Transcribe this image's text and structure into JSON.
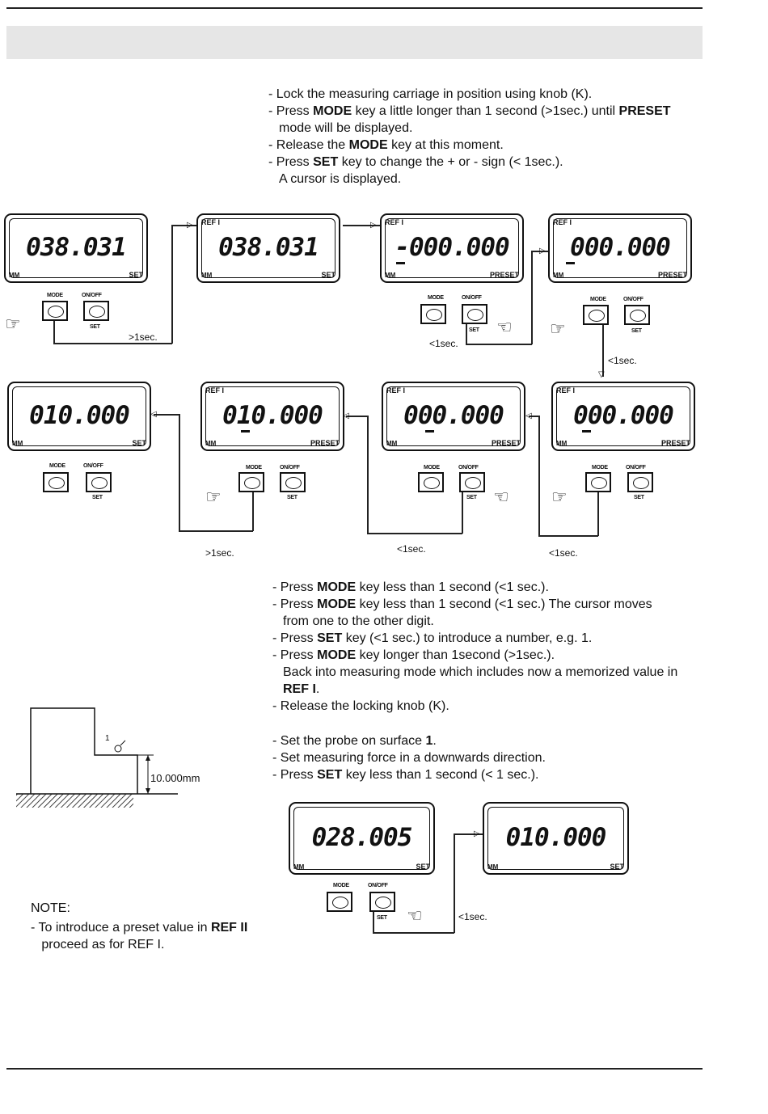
{
  "instructions_top": {
    "items": [
      {
        "a": "Lock the measuring carriage in position using knob (K).",
        "b": "",
        "c": ""
      },
      {
        "a": "Press ",
        "b": "MODE",
        "c": " key a little longer than 1 second (>1sec.) until "
      },
      {
        "a": "",
        "b": "PRESET",
        "c": " mode will be displayed."
      },
      {
        "a": "Release the ",
        "b": "MODE",
        "c": " key at this moment."
      },
      {
        "a": "Press ",
        "b": "SET",
        "c": " key to change the + or - sign (< 1sec.)."
      },
      {
        "a": "A cursor is displayed.",
        "b": "",
        "c": ""
      }
    ]
  },
  "displays": [
    {
      "ref": "",
      "value": "038.031",
      "unit": "MM",
      "mode": "SET"
    },
    {
      "ref": "REF I",
      "value": "038.031",
      "unit": "MM",
      "mode": "SET"
    },
    {
      "ref": "REF I",
      "value": "-000.000",
      "unit": "MM",
      "mode": "PRESET"
    },
    {
      "ref": "REF I",
      "value": "000.000",
      "unit": "MM",
      "mode": "PRESET"
    },
    {
      "ref": "",
      "value": "010.000",
      "unit": "MM",
      "mode": "SET"
    },
    {
      "ref": "REF I",
      "value": "010.000",
      "unit": "MM",
      "mode": "PRESET"
    },
    {
      "ref": "REF I",
      "value": "000.000",
      "unit": "MM",
      "mode": "PRESET"
    },
    {
      "ref": "REF I",
      "value": "000.000",
      "unit": "MM",
      "mode": "PRESET"
    },
    {
      "ref": "",
      "value": "028.005",
      "unit": "MM",
      "mode": "SET"
    },
    {
      "ref": "",
      "value": "010.000",
      "unit": "MM",
      "mode": "SET"
    }
  ],
  "keys": {
    "mode": "MODE",
    "onoff": "ON/OFF",
    "set": "SET"
  },
  "timings": {
    "t1": ">1sec.",
    "t2": "<1sec.",
    "t3": "<1sec.",
    "t4": ">1sec.",
    "t5": "<1sec.",
    "t6": "<1sec.",
    "t7": "<1sec."
  },
  "instructions_mid": {
    "items": [
      {
        "a": "Press ",
        "b": "MODE",
        "c": " key less than 1 second (<1 sec.)."
      },
      {
        "a": "Press ",
        "b": "MODE",
        "c": " key less than 1 second (<1 sec.) The cursor moves from one to the other digit."
      },
      {
        "a": "Press ",
        "b": "SET",
        "c": " key (<1 sec.) to introduce a number, e.g. 1."
      },
      {
        "a": "Press ",
        "b": "MODE",
        "c": " key longer than 1second (>1sec.)."
      },
      {
        "a": "Back into measuring mode which includes now a memorized value in ",
        "b": "REF I",
        "c": "."
      },
      {
        "a": "Release the locking knob (K).",
        "b": "",
        "c": ""
      }
    ]
  },
  "instructions_low": {
    "items": [
      {
        "a": "Set the probe on surface ",
        "b": "1",
        "c": "."
      },
      {
        "a": "Set measuring force in a downwards direction.",
        "b": "",
        "c": ""
      },
      {
        "a": "Press ",
        "b": "SET",
        "c": " key less than 1 second (< 1 sec.)."
      }
    ]
  },
  "figure": {
    "dimension": "10.000mm",
    "surface": "1"
  },
  "note": {
    "heading": "NOTE:",
    "text_a": "To introduce a preset value in ",
    "text_b": "REF II",
    "text_c": " proceed as for REF I."
  }
}
